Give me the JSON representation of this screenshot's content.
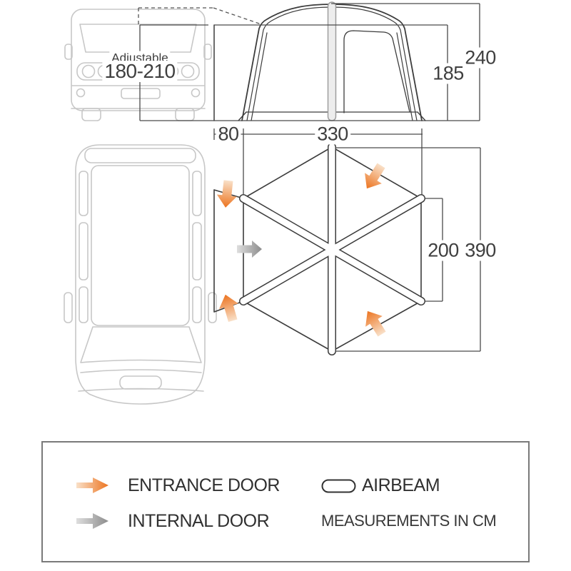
{
  "diagram": {
    "van_front_view": {
      "adjustable_label": "Adjustable",
      "adjustable_range": "180-210"
    },
    "awning_side_view": {
      "total_height_cm": "240",
      "wall_height_cm": "185",
      "tunnel_depth_cm": "80",
      "awning_width_cm": "330"
    },
    "floor_plan": {
      "inner_width_cm": "200",
      "total_length_cm": "390"
    }
  },
  "legend": {
    "entrance_door_label": "ENTRANCE DOOR",
    "internal_door_label": "INTERNAL DOOR",
    "airbeam_label": "AIRBEAM",
    "measurements_note": "MEASUREMENTS IN CM"
  },
  "colors": {
    "entrance_arrow_orange": "#ec7420",
    "internal_arrow_gray": "#8c8c8c",
    "outline_dark": "#3c3c3c",
    "vehicle_gray": "#c7c7c7"
  }
}
